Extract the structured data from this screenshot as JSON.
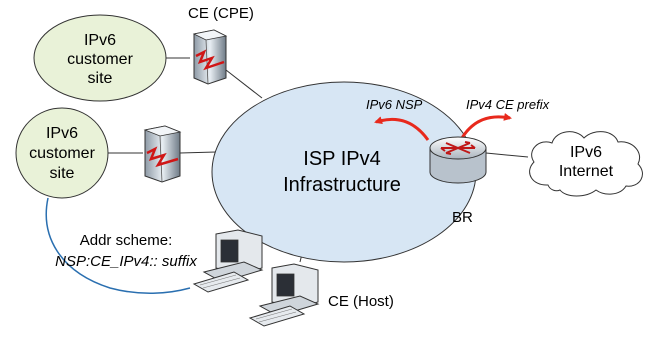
{
  "nodes": {
    "site_top": {
      "line1": "IPv6",
      "line2": "customer",
      "line3": "site"
    },
    "site_left": {
      "line1": "IPv6",
      "line2": "customer",
      "line3": "site"
    },
    "isp": {
      "line1": "ISP IPv4",
      "line2": "Infrastructure"
    },
    "internet": {
      "line1": "IPv6",
      "line2": "Internet"
    }
  },
  "labels": {
    "ce_cpe": "CE (CPE)",
    "br": "BR",
    "ce_host": "CE (Host)",
    "nsp_arrow": "IPv6 NSP",
    "ce_prefix_arrow": "IPv4 CE prefix",
    "addr_title": "Addr scheme:",
    "addr_value": "NSP:CE_IPv4:: suffix"
  },
  "colors": {
    "site_fill": "#e9f2d8",
    "isp_fill": "#d7e6f4",
    "arrow": "#e8291c",
    "curve": "#2a6fb0"
  },
  "icons": [
    "server-icon",
    "router-icon",
    "computer-icon",
    "cloud-icon"
  ]
}
